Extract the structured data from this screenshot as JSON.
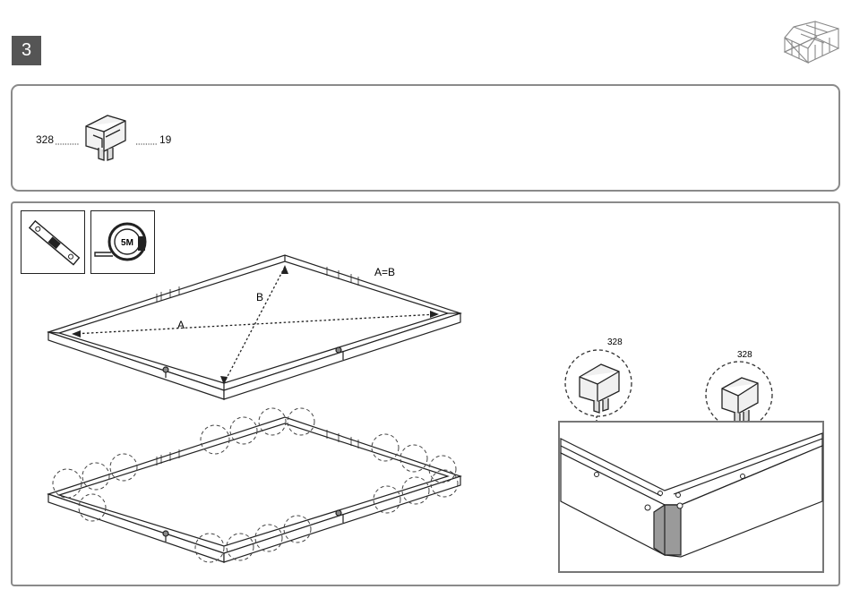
{
  "step": {
    "number": "3"
  },
  "parts": {
    "part_code": "328",
    "quantity": "19"
  },
  "diagram": {
    "label_a": "A",
    "label_b": "B",
    "label_a_equals_b": "A=B",
    "tape_label": "5M",
    "detail_callout_1": "328",
    "detail_callout_2": "328"
  },
  "icons": {
    "step_corner": "greenhouse-icon",
    "tool_1": "spirit-level-icon",
    "tool_2": "tape-measure-icon",
    "part": "corner-clip-icon"
  }
}
